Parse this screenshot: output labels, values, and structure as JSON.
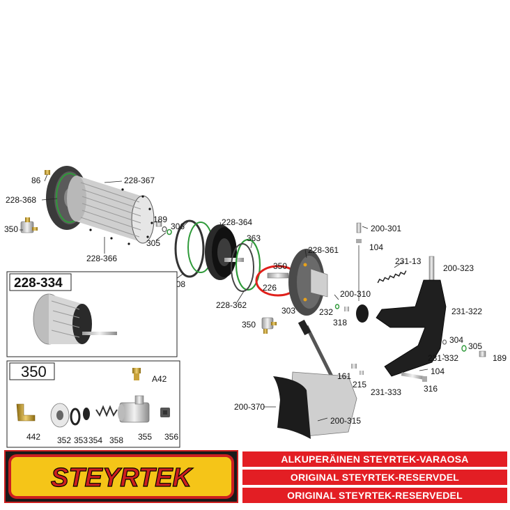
{
  "labels": {
    "p86": "86",
    "p228_368": "228-368",
    "p350a": "350",
    "p228_367": "228-367",
    "p228_366": "228-366",
    "p189a": "189",
    "p306": "306",
    "p305a": "305",
    "p228_364": "228-364",
    "p363": "363",
    "p200_308": "200-308",
    "p228_362": "228-362",
    "p350b": "350",
    "p226": "226",
    "p228_361": "228-361",
    "p200_301": "200-301",
    "p104a": "104",
    "p231_13": "231-13",
    "p200_323": "200-323",
    "p200_310": "200-310",
    "p232": "232",
    "p303": "303",
    "p318": "318",
    "p350c": "350",
    "p231_322": "231-322",
    "p304": "304",
    "p305b": "305",
    "p189b": "189",
    "p231_332": "231-332",
    "p104b": "104",
    "p161": "161",
    "p215": "215",
    "p231_333": "231-333",
    "p316": "316",
    "p200_370": "200-370",
    "p200_315": "200-315"
  },
  "inset_228_334": {
    "title": "228-334"
  },
  "inset_350": {
    "title": "350",
    "parts": {
      "a42": "A42",
      "p442": "442",
      "p352": "352",
      "p353": "353",
      "p354": "354",
      "p358": "358",
      "p355": "355",
      "p356": "356"
    }
  },
  "banner": {
    "logo_text": "STEYRTEK",
    "lines": [
      "ALKUPERÄINEN STEYRTEK-VARAOSA",
      "ORIGINAL STEYRTEK-RESERVDEL",
      "ORIGINAL STEYRTEK-RESERVEDEL"
    ]
  },
  "colors": {
    "brand_red": "#e31e24",
    "logo_yellow": "#f5c518",
    "highlight_ring": "#e0201b",
    "oring_green": "#2f9a3a"
  }
}
